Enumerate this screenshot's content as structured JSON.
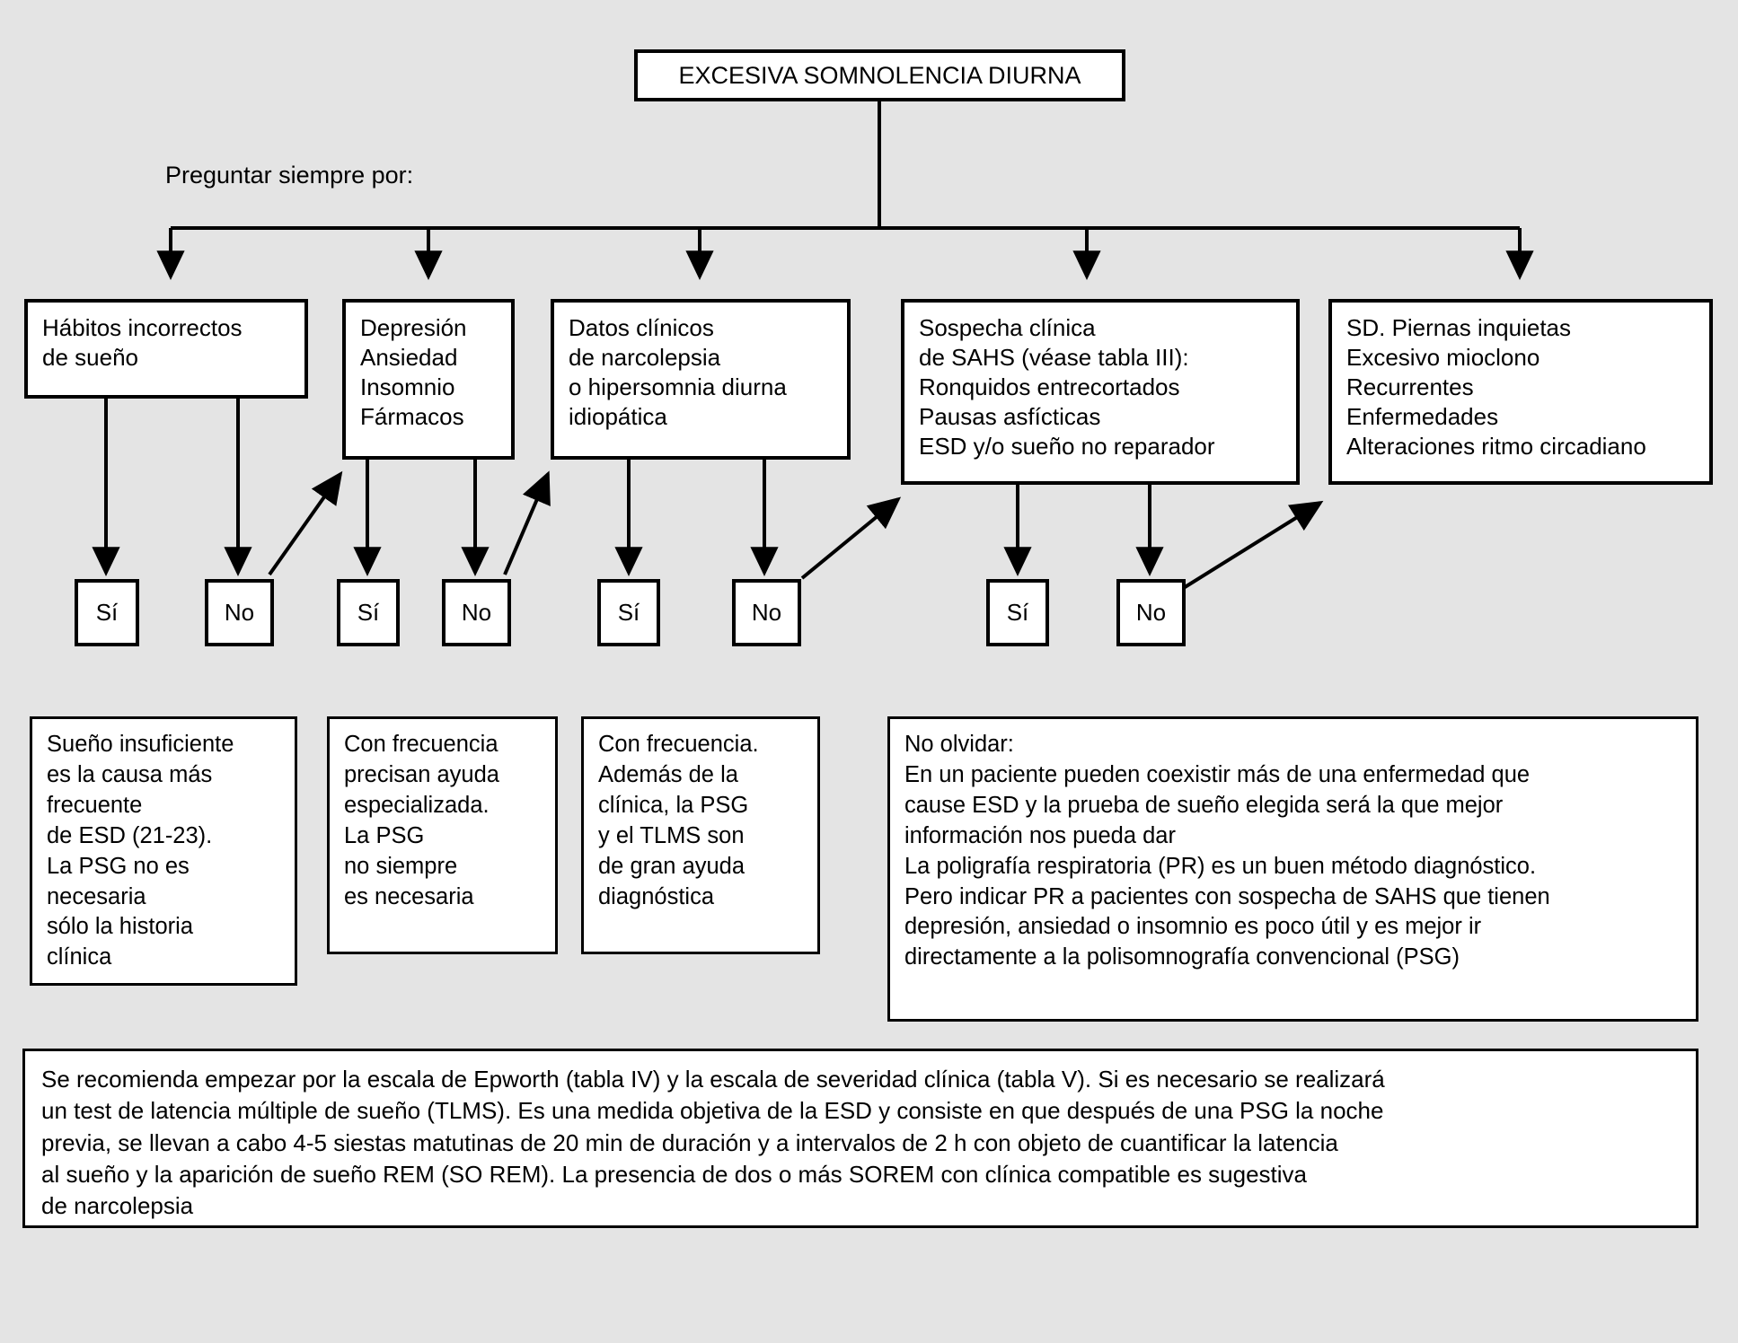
{
  "diagram": {
    "title": "EXCESIVA SOMNOLENCIA DIURNA",
    "ask_label": "Preguntar siempre por:",
    "branches": [
      {
        "id": "habitos",
        "text": "Hábitos incorrectos\nde sueño"
      },
      {
        "id": "depresion",
        "text": "Depresión\nAnsiedad\nInsomnio\nFármacos"
      },
      {
        "id": "narcolepsia",
        "text": "Datos clínicos\nde narcolepsia\no hipersomnia diurna\nidiopática"
      },
      {
        "id": "sahs",
        "text": "Sospecha clínica\nde SAHS (véase tabla III):\nRonquidos entrecortados\nPausas asfícticas\nESD y/o sueño no reparador"
      },
      {
        "id": "piernas",
        "text": "SD. Piernas inquietas\nExcesivo mioclono\nRecurrentes\nEnfermedades\nAlteraciones ritmo circadiano"
      }
    ],
    "answers": [
      {
        "id": "habitos-si",
        "label": "Sí"
      },
      {
        "id": "habitos-no",
        "label": "No"
      },
      {
        "id": "depresion-si",
        "label": "Sí"
      },
      {
        "id": "depresion-no",
        "label": "No"
      },
      {
        "id": "narcolepsia-si",
        "label": "Sí"
      },
      {
        "id": "narcolepsia-no",
        "label": "No"
      },
      {
        "id": "sahs-si",
        "label": "Sí"
      },
      {
        "id": "sahs-no",
        "label": "No"
      }
    ],
    "notes": [
      {
        "id": "note-habitos",
        "text": "Sueño insuficiente\nes la causa más\nfrecuente\nde ESD  (21-23).\nLa PSG no es\nnecesaria\nsólo la historia\nclínica"
      },
      {
        "id": "note-depresion",
        "text": "Con frecuencia\nprecisan ayuda\nespecializada.\nLa PSG\nno siempre\nes necesaria"
      },
      {
        "id": "note-narcolepsia",
        "text": "Con frecuencia.\nAdemás de la\nclínica, la PSG\ny el TLMS son\nde gran ayuda\ndiagnóstica"
      },
      {
        "id": "note-olvidar",
        "text": "No olvidar:\nEn un paciente pueden coexistir más de una enfermedad que\ncause ESD y la prueba de sueño elegida será la que mejor\ninformación nos pueda dar\nLa poligrafía respiratoria (PR) es un buen método diagnóstico.\nPero indicar PR a pacientes con sospecha de SAHS que tienen\ndepresión, ansiedad o insomnio es poco útil y es mejor ir\ndirectamente a la polisomnografía convencional (PSG)"
      }
    ],
    "footer": "Se recomienda empezar por la escala de Epworth (tabla IV) y la escala de severidad clínica (tabla V). Si es necesario se realizará\nun test de latencia múltiple de sueño (TLMS). Es una medida objetiva de la ESD y consiste en que después de una PSG la noche\nprevia, se llevan a cabo 4-5 siestas matutinas de 20 min de duración y a intervalos de 2 h con objeto de cuantificar la latencia\nal sueño y la aparición de sueño REM  (SO REM). La presencia de dos o más SOREM con clínica compatible es sugestiva\nde narcolepsia",
    "colors": {
      "background": "#e4e4e4",
      "box_fill": "#ffffff",
      "stroke": "#000000"
    }
  }
}
